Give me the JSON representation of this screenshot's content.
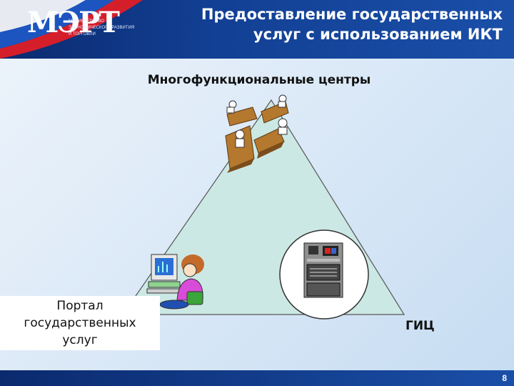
{
  "header": {
    "logo_mark": "МЭРТ",
    "logo_org": [
      "МИНИСТЕРСТВО",
      "ЭКОНОМИЧЕСКОГО РАЗВИТИЯ",
      "И ТОРГОВЛИ"
    ],
    "title_line1": "Предоставление  государственных",
    "title_line2": "услуг с использованием ИКТ"
  },
  "diagram": {
    "top_label": "Многофункциональные центры",
    "left_label_lines": [
      "Портал",
      "государственных",
      "услуг"
    ],
    "right_label": "ГИЦ"
  },
  "colors": {
    "header_blue": "#123f93",
    "triangle_fill": "#cce8e4",
    "desk_brown": "#b5782f"
  },
  "icons": [
    "people-at-desks-icon",
    "computer-user-icon",
    "server-rack-icon"
  ],
  "footer": {
    "page_number": "8"
  }
}
